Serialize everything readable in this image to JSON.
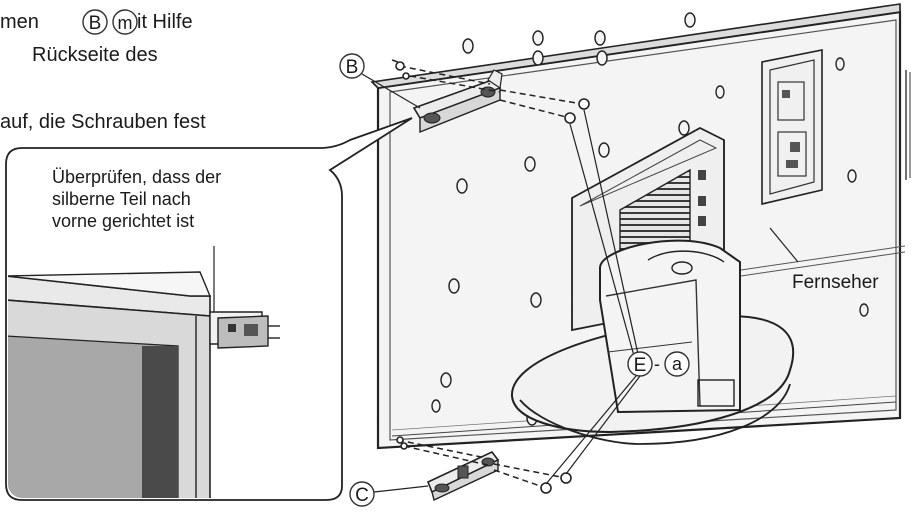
{
  "instructions": {
    "line1_pre": "men",
    "line1_label_b": "B",
    "line1_label_mit": "m",
    "line1_post": "it Hilfe",
    "line2": "Rückseite des",
    "line3": "auf, die Schrauben fest"
  },
  "callout": {
    "lines": [
      "Überprüfen, dass der",
      "silberne Teil nach",
      "vorne gerichtet ist"
    ]
  },
  "labels": {
    "b": "B",
    "c": "C",
    "e": "E",
    "a": "a",
    "dash": "-",
    "tv": "Fernseher"
  }
}
